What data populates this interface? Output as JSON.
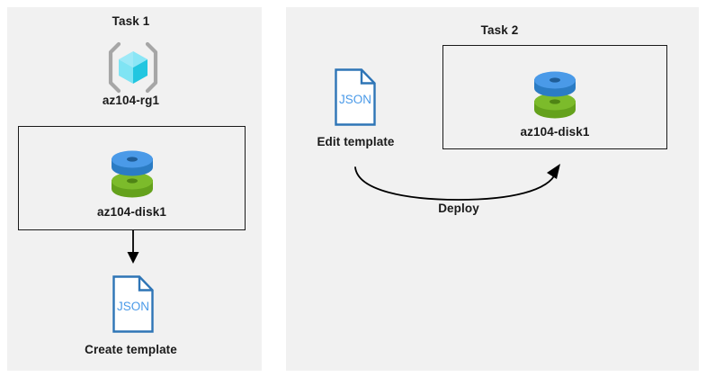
{
  "diagram": {
    "title_implicit": "Azure disk template tasks",
    "background": "#ffffff",
    "panel_background": "#f1f1f1"
  },
  "colors": {
    "panel_bg": "#f1f1f1",
    "box_border": "#1a1a1a",
    "text": "#1a1a1a",
    "disk_blue_top": "#4a9ae8",
    "disk_blue_side": "#2b7cc4",
    "disk_blue_hole": "#1f5d97",
    "disk_green_top": "#7cbb2b",
    "disk_green_side": "#64a11c",
    "disk_green_hole": "#4f8415",
    "json_outline": "#2e75b6",
    "json_text": "#4a9ae8",
    "rg_cube_light": "#9ee9f7",
    "rg_cube_mid": "#57dcf0",
    "rg_cube_dark": "#22c6e0",
    "rg_bracket": "#a6a6a6",
    "arrow": "#000000"
  },
  "panels": [
    {
      "id": "task1",
      "title": "Task 1",
      "resource_group": {
        "icon": "azure-resource-group-icon",
        "label": "az104-rg1"
      },
      "box": {
        "disk": {
          "icon": "azure-managed-disk-icon",
          "label": "az104-disk1"
        }
      },
      "arrow": {
        "icon": "arrow-down-icon",
        "direction": "down",
        "label": ""
      },
      "template": {
        "icon": "json-file-icon",
        "icon_text": "JSON",
        "label": "Create template"
      }
    },
    {
      "id": "task2",
      "title": "Task 2",
      "template": {
        "icon": "json-file-icon",
        "icon_text": "JSON",
        "label": "Edit template"
      },
      "box": {
        "disk": {
          "icon": "azure-managed-disk-icon",
          "label": "az104-disk1"
        }
      },
      "arrow": {
        "icon": "curved-arrow-right-icon",
        "direction": "right-up",
        "label": "Deploy"
      }
    }
  ]
}
